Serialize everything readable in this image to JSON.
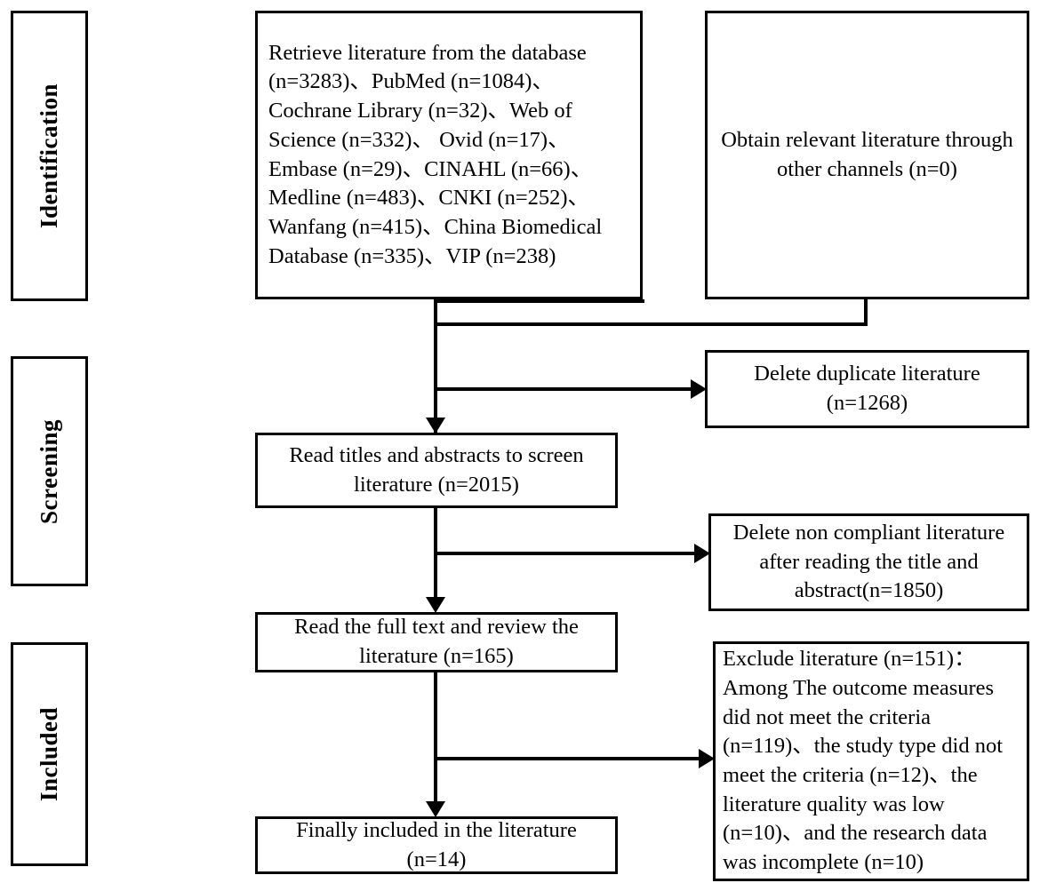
{
  "diagram": {
    "title": "PRISMA literature screening flow diagram",
    "line_color": "#000000",
    "background_color": "#ffffff",
    "text_color": "#000000"
  },
  "stages": [
    {
      "label": "Identification"
    },
    {
      "label": "Screening"
    },
    {
      "label": "Included"
    }
  ],
  "boxes": {
    "databases": {
      "text": "Retrieve literature from the database (n=3283)、PubMed (n=1084)、Cochrane Library (n=32)、Web of Science (n=332)、 Ovid (n=17)、Embase (n=29)、CINAHL (n=66)、Medline (n=483)、CNKI (n=252)、Wanfang (n=415)、China Biomedical Database (n=335)、VIP (n=238)"
    },
    "other_sources": {
      "text": "Obtain relevant literature through other channels (n=0)"
    },
    "duplicates_removed": {
      "text": "Delete duplicate literature (n=1268)"
    },
    "screen_titles": {
      "text": "Read titles and abstracts to screen literature (n=2015)"
    },
    "non_compliant_removed": {
      "text": "Delete non compliant literature after reading the title and abstract(n=1850)"
    },
    "full_text_review": {
      "text": "Read the full text and review the literature (n=165)"
    },
    "excluded": {
      "text": "Exclude literature (n=151)：Among The outcome measures did not meet the criteria (n=119)、the study type did not meet the criteria (n=12)、the literature quality was low (n=10)、and the research data was incomplete (n=10)"
    },
    "final_included": {
      "text": "Finally included in the literature (n=14)"
    }
  },
  "counts": {
    "database_total": 3283,
    "pubmed": 1084,
    "cochrane_library": 32,
    "web_of_science": 332,
    "ovid": 17,
    "embase": 29,
    "cinahl": 66,
    "medline": 483,
    "cnki": 252,
    "wanfang": 415,
    "china_biomedical_database": 335,
    "vip": 238,
    "other_channels": 0,
    "duplicates_deleted": 1268,
    "screened_titles_abstracts": 2015,
    "non_compliant_deleted": 1850,
    "full_text_reviewed": 165,
    "excluded_total": 151,
    "excluded_outcome_measures": 119,
    "excluded_study_type": 12,
    "excluded_low_quality": 10,
    "excluded_incomplete_data": 10,
    "finally_included": 14
  }
}
